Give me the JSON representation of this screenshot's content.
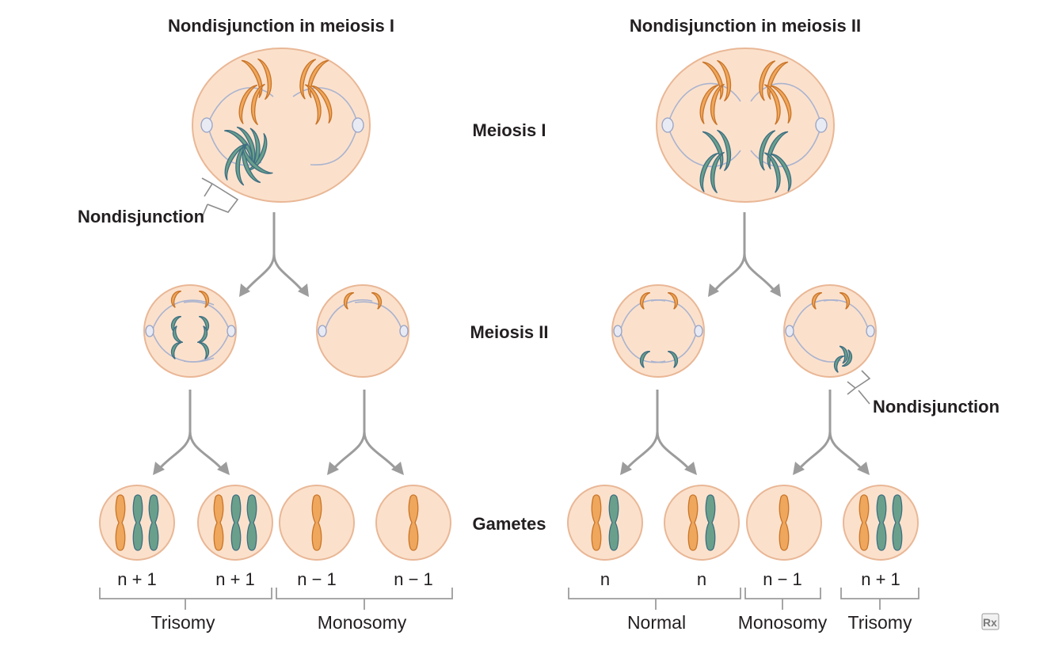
{
  "titles": {
    "left": "Nondisjunction in meiosis I",
    "right": "Nondisjunction in meiosis II"
  },
  "stages": {
    "meiosis1": "Meiosis I",
    "meiosis2": "Meiosis II",
    "gametes": "Gametes"
  },
  "callouts": {
    "left": "Nondisjunction",
    "right": "Nondisjunction"
  },
  "gametes": {
    "left": [
      "n + 1",
      "n + 1",
      "n − 1",
      "n − 1"
    ],
    "right": [
      "n",
      "n",
      "n − 1",
      "n + 1"
    ]
  },
  "results": {
    "left": [
      "Trisomy",
      "Monosomy"
    ],
    "right": [
      "Normal",
      "Monosomy",
      "Trisomy"
    ]
  },
  "logo": "Rx",
  "colors": {
    "cell": "#fbe1cc",
    "cell_border": "#e9b796",
    "orange_chromosome": "#eea75c",
    "green_chromosome": "#6aa08b",
    "arrow": "#9c9c9c",
    "spindle": "#aab3cf"
  }
}
